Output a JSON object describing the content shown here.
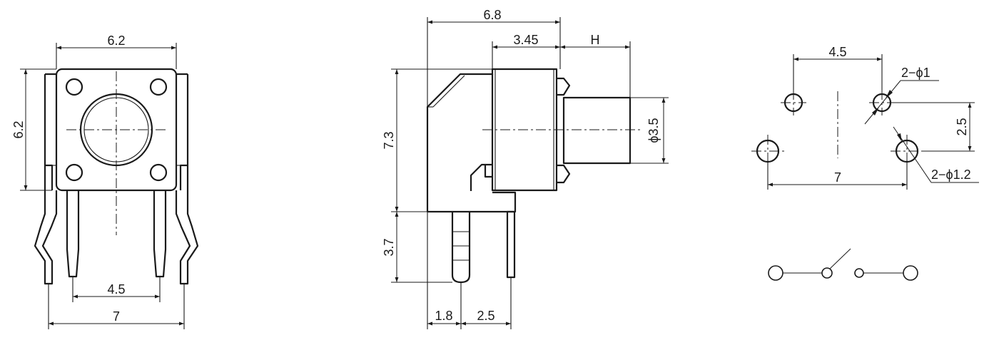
{
  "front_view": {
    "dim_top_width": "6.2",
    "dim_left_height": "6.2",
    "dim_inner_pitch": "4.5",
    "dim_outer_pitch": "7"
  },
  "side_view": {
    "dim_total_depth": "6.8",
    "dim_body_depth": "3.45",
    "dim_plunger": "H",
    "dim_plunger_diameter": "ϕ3.5",
    "dim_body_height": "7.3",
    "dim_lead_height": "3.7",
    "dim_lead_offset": "1.8",
    "dim_lead_pitch": "2.5"
  },
  "pcb_layout": {
    "dim_small_pitch": "4.5",
    "label_small_holes": "2−ϕ1",
    "dim_vertical_offset": "2.5",
    "label_large_holes": "2−ϕ1.2",
    "dim_large_pitch": "7"
  },
  "schematic": {
    "symbol": "switch-open"
  }
}
